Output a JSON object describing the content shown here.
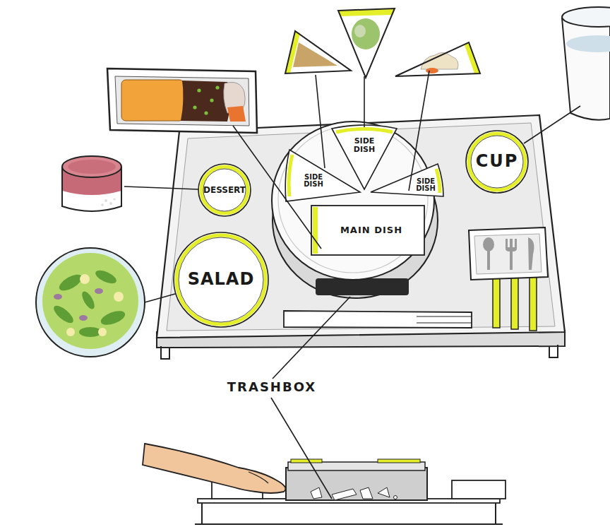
{
  "diagram": {
    "nodes": [
      {
        "text": [
          "SIDE DISH"
        ]
      },
      {
        "text": [
          "SIDE DISH"
        ]
      },
      {
        "text": [
          "SIDE DISH"
        ]
      },
      {
        "text": [
          "DESSERT"
        ]
      },
      {
        "text": [
          "CUP"
        ]
      },
      {
        "text": [
          "MAIN DISH"
        ]
      },
      {
        "text": [
          "SALAD"
        ]
      }
    ],
    "labels": [
      "TRASHBOX"
    ]
  }
}
